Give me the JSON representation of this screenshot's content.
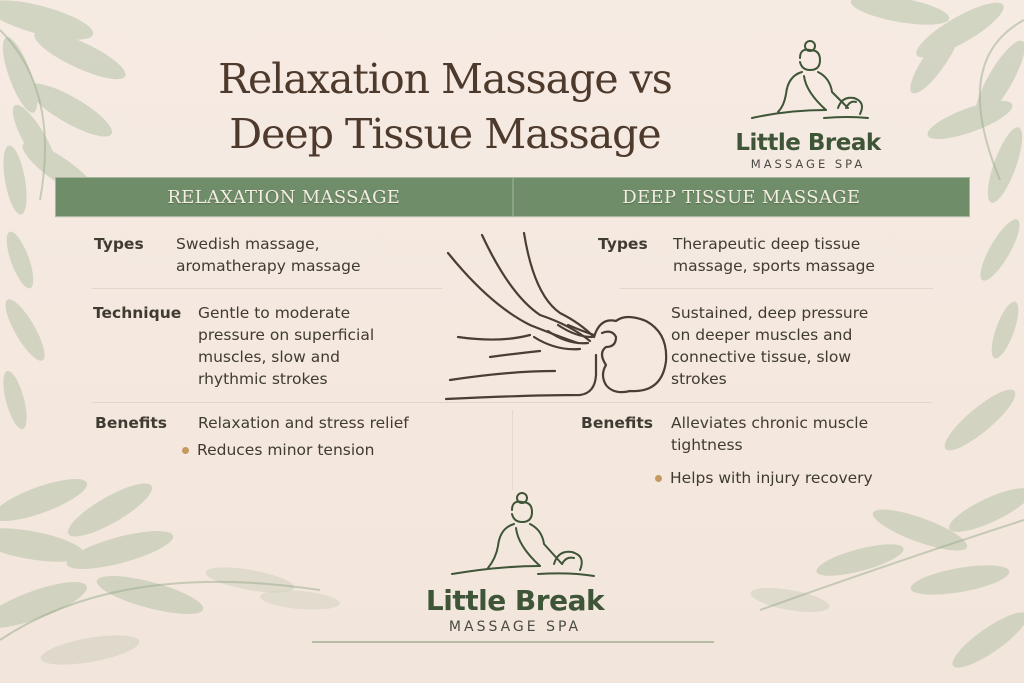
{
  "title": {
    "line1": "Relaxation Massage vs",
    "line2": "Deep Tissue Massage"
  },
  "brand": {
    "name": "Little Break",
    "subtitle": "MASSAGE SPA"
  },
  "colors": {
    "header_green": "#6f8d69",
    "logo_green": "#3e5537",
    "title_brown": "#4e3a2c",
    "bullet_tan": "#c49a62",
    "background": "#f5e9e0"
  },
  "table": {
    "columns": [
      {
        "header": "RELAXATION MASSAGE",
        "types_label": "Types",
        "types": [
          "Swedish massage,",
          "aromatherapy massage"
        ],
        "technique_label": "Technique",
        "technique": [
          "Gentle to moderate",
          "pressure on superficial",
          "muscles, slow and",
          "rhythmic strokes"
        ],
        "benefits_label": "Benefits",
        "benefits_main": [
          "Relaxation and stress relief"
        ],
        "benefits_bullet": "Reduces minor tension"
      },
      {
        "header": "DEEP TISSUE MASSAGE",
        "types_label": "Types",
        "types": [
          "Therapeutic deep tissue",
          "massage, sports massage"
        ],
        "technique_label": "",
        "technique": [
          "Sustained, deep pressure",
          "on deeper muscles and",
          "connective tissue, slow",
          "strokes"
        ],
        "benefits_label": "Benefits",
        "benefits_main": [
          "Alleviates chronic muscle",
          "tightness"
        ],
        "benefits_bullet": "Helps with injury recovery"
      }
    ]
  },
  "icons": {
    "center": "massage-hands-icon",
    "logo": "therapist-logo-icon",
    "bullet": "bullet-dot-icon",
    "decor": "leaf-branch-icon"
  }
}
